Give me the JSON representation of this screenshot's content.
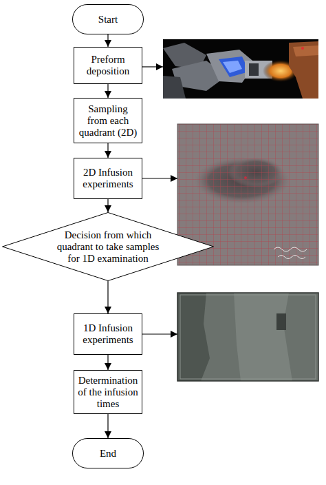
{
  "diagram": {
    "nodes": [
      {
        "text": [
          "Start"
        ]
      },
      {
        "text": [
          "Preform deposition"
        ]
      },
      {
        "text": [
          "Sampling from each quadrant (2D)"
        ]
      },
      {
        "text": [
          "2D Infusion experiments"
        ]
      },
      {
        "text": [
          "Decision from which quadrant to take samples for 1D examination"
        ]
      },
      {
        "text": [
          "1D Infusion experiments"
        ]
      },
      {
        "text": [
          "Determination of the infusion times"
        ]
      },
      {
        "text": [
          "End"
        ]
      }
    ],
    "edges": [
      {
        "from": 0,
        "to": 1,
        "arrow": "to"
      },
      {
        "from": 1,
        "to": 2,
        "arrow": "to"
      },
      {
        "from": 2,
        "to": 3,
        "arrow": "to"
      },
      {
        "from": 3,
        "to": 4,
        "arrow": "to"
      },
      {
        "from": 4,
        "to": 5,
        "arrow": "to"
      },
      {
        "from": 5,
        "to": 6,
        "arrow": "to"
      },
      {
        "from": 6,
        "to": 7,
        "arrow": "to"
      }
    ]
  }
}
